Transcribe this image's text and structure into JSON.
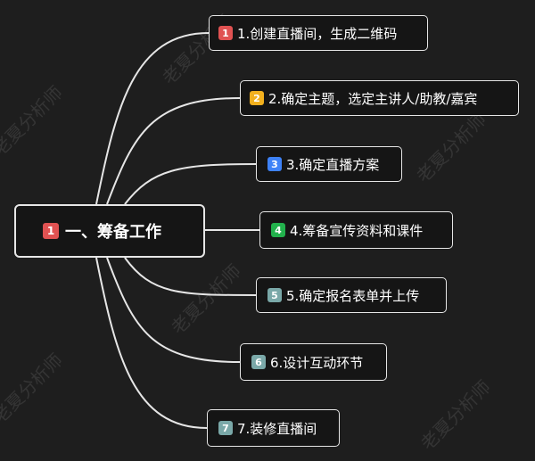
{
  "colors": {
    "background": "#1e1e1e",
    "line": "#e6e6e6",
    "badge_red": "#e05252",
    "badge_orange": "#f2b01e",
    "badge_blue": "#3e82f7",
    "badge_green": "#22b14c",
    "badge_teal": "#7aa8a8"
  },
  "root": {
    "badge": "1",
    "badge_color": "#e05252",
    "label": "一、筹备工作"
  },
  "children": [
    {
      "badge": "1",
      "badge_color": "#e05252",
      "label": "1.创建直播间，生成二维码"
    },
    {
      "badge": "2",
      "badge_color": "#f2b01e",
      "label": "2.确定主题，选定主讲人/助教/嘉宾"
    },
    {
      "badge": "3",
      "badge_color": "#3e82f7",
      "label": "3.确定直播方案"
    },
    {
      "badge": "4",
      "badge_color": "#22b14c",
      "label": "4.筹备宣传资料和课件"
    },
    {
      "badge": "5",
      "badge_color": "#7aa8a8",
      "label": "5.确定报名表单并上传"
    },
    {
      "badge": "6",
      "badge_color": "#7aa8a8",
      "label": "6.设计互动环节"
    },
    {
      "badge": "7",
      "badge_color": "#7aa8a8",
      "label": "7.装修直播间"
    }
  ],
  "watermark": "老夏分析师"
}
